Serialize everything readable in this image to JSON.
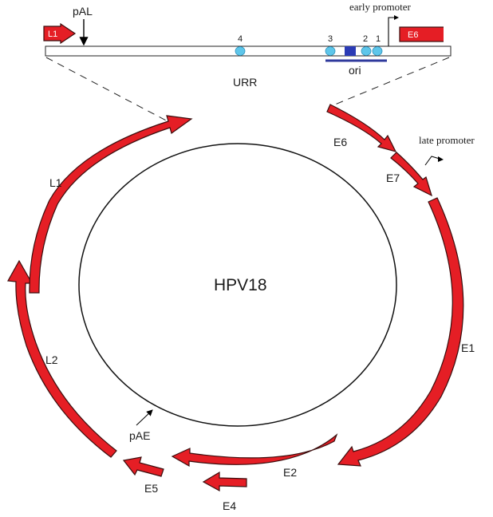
{
  "diagram": {
    "genome_name": "HPV18",
    "region_label": "URR",
    "ori_label": "ori",
    "early_promoter_label": "early promoter",
    "late_promoter_label": "late promoter",
    "pAL_label": "pAL",
    "pAE_label": "pAE",
    "binding_sites": [
      "4",
      "3",
      "2",
      "1"
    ],
    "urr_genes": {
      "left": "L1",
      "right": "E6"
    },
    "genes": {
      "E6": "E6",
      "E7": "E7",
      "E1": "E1",
      "E2": "E2",
      "E4": "E4",
      "E5": "E5",
      "L2": "L2",
      "L1": "L1"
    },
    "colors": {
      "gene_fill": "#e51e25",
      "site_fill": "#5ec6ea",
      "ori_bar": "#2f3a9c",
      "ori_box": "#2b3bb5"
    }
  }
}
